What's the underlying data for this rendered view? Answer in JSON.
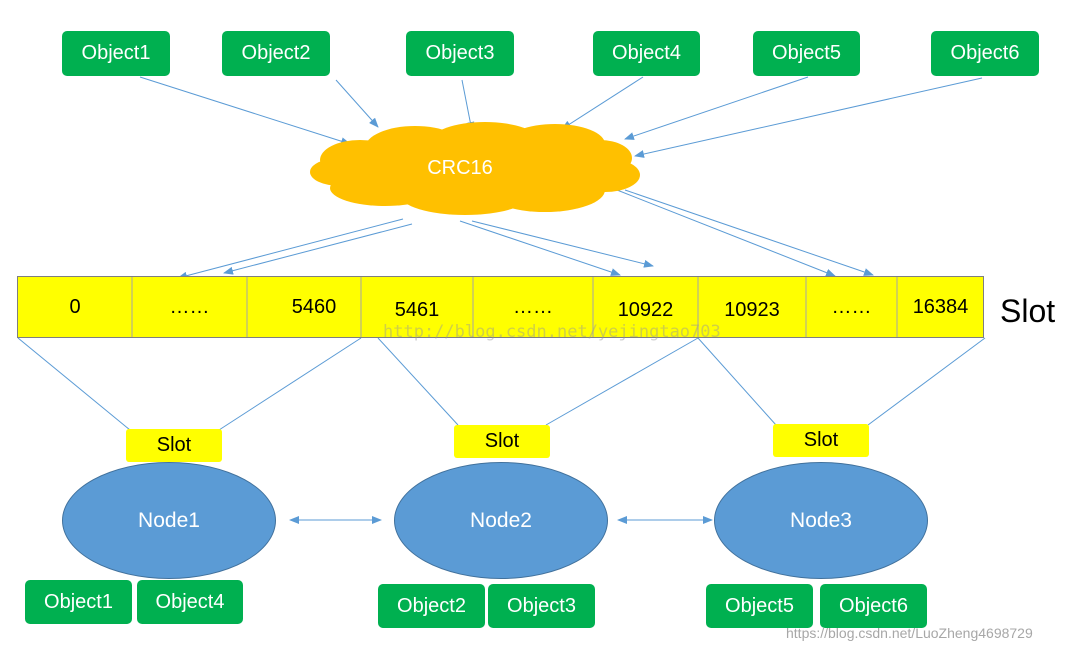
{
  "objects_top": [
    "Object1",
    "Object2",
    "Object3",
    "Object4",
    "Object5",
    "Object6"
  ],
  "hash_label": "CRC16",
  "slot_cells": [
    "0",
    "……",
    "5460",
    "5461",
    "……",
    "10922",
    "10923",
    "……",
    "16384"
  ],
  "slot_caption": "Slot",
  "slot_tag": "Slot",
  "nodes": [
    {
      "label": "Node1",
      "objects": [
        "Object1",
        "Object4"
      ]
    },
    {
      "label": "Node2",
      "objects": [
        "Object2",
        "Object3"
      ]
    },
    {
      "label": "Node3",
      "objects": [
        "Object5",
        "Object6"
      ]
    }
  ],
  "watermark_center": "http://blog.csdn.net/yejingtao703",
  "watermark_corner": "https://blog.csdn.net/LuoZheng4698729",
  "colors": {
    "object": "#00b050",
    "cloud": "#ffc000",
    "slot": "#ffff00",
    "node": "#5b9bd5",
    "arrow": "#5b9bd5"
  }
}
